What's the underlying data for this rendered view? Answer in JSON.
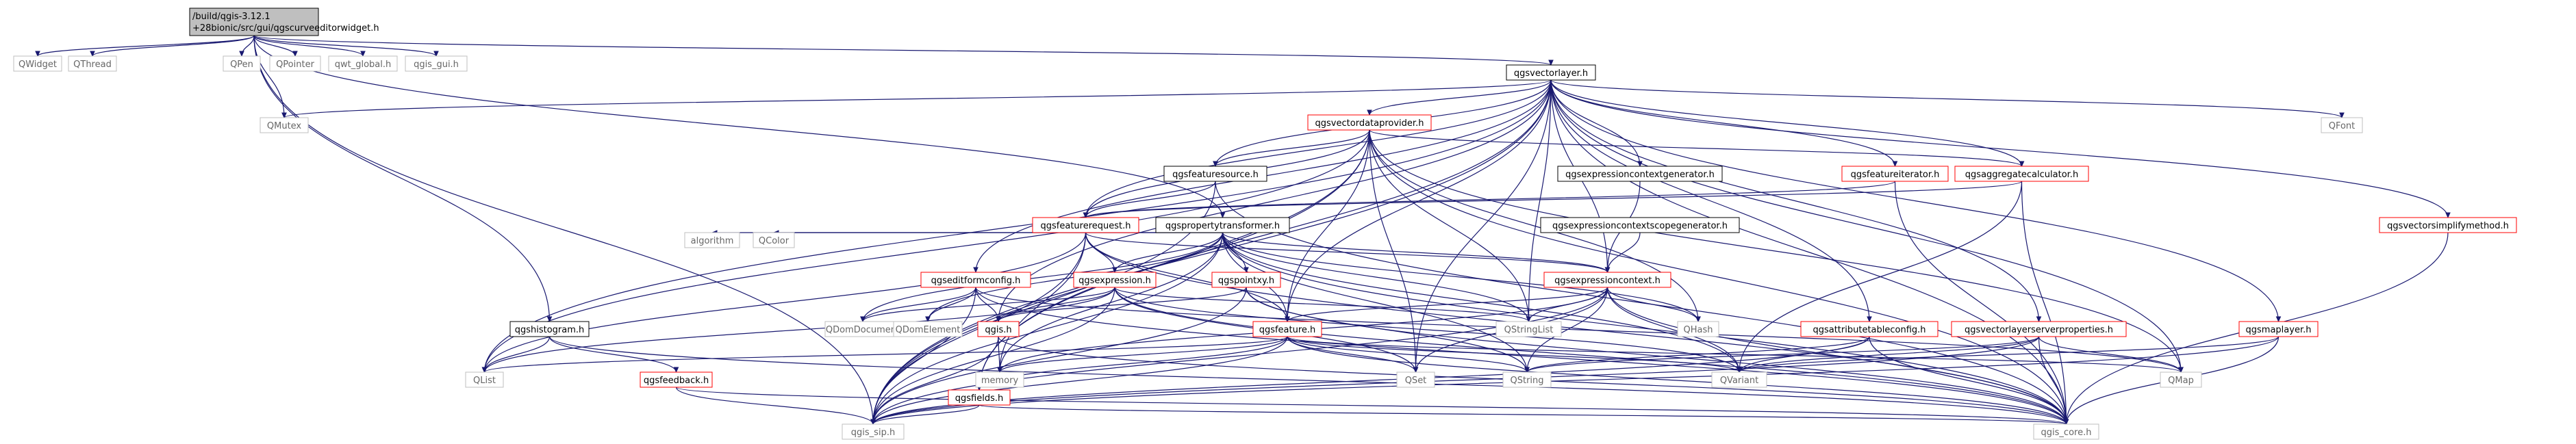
{
  "colors": {
    "edge": "#191970",
    "edge_alt": "#9a32cd",
    "node_border_black": "#000000",
    "node_border_gray": "#bfbfbf",
    "node_border_red": "#ff0000",
    "node_text_gray": "#666666",
    "root_fill": "#bfbfbf",
    "node_fill": "#ffffff"
  },
  "nodes": {
    "root": {
      "line1": "/build/qgis-3.12.1",
      "line2": "+28bionic/src/gui/qgscurveeditorwidget.h",
      "style": "root"
    },
    "qwidget": {
      "label": "QWidget",
      "style": "gray"
    },
    "qthread": {
      "label": "QThread",
      "style": "gray"
    },
    "qpen": {
      "label": "QPen",
      "style": "gray"
    },
    "qpointer": {
      "label": "QPointer",
      "style": "gray"
    },
    "qwt_global": {
      "label": "qwt_global.h",
      "style": "gray"
    },
    "qgis_gui": {
      "label": "qgis_gui.h",
      "style": "gray"
    },
    "qgsvectorlayer": {
      "label": "qgsvectorlayer.h",
      "style": "black"
    },
    "qmutex": {
      "label": "QMutex",
      "style": "gray"
    },
    "qgsvectordataprovider": {
      "label": "qgsvectordataprovider.h",
      "style": "red"
    },
    "qgsfeaturesource": {
      "label": "qgsfeaturesource.h",
      "style": "black"
    },
    "qgsexpressioncontextgenerator": {
      "label": "qgsexpressioncontextgenerator.h",
      "style": "black"
    },
    "qgsfeatureiterator": {
      "label": "qgsfeatureiterator.h",
      "style": "red"
    },
    "qgsaggregatecalculator": {
      "label": "qgsaggregatecalculator.h",
      "style": "red"
    },
    "qfont": {
      "label": "QFont",
      "style": "gray"
    },
    "qgsvectorsimplifymethod": {
      "label": "qgsvectorsimplifymethod.h",
      "style": "red"
    },
    "qgsfeaturerequest": {
      "label": "qgsfeaturerequest.h",
      "style": "red"
    },
    "qgspropertytransformer": {
      "label": "qgspropertytransformer.h",
      "style": "black"
    },
    "qgsexpressioncontextscopegenerator": {
      "label": "qgsexpressioncontextscopegenerator.h",
      "style": "black"
    },
    "algorithm": {
      "label": "algorithm",
      "style": "gray"
    },
    "qcolor": {
      "label": "QColor",
      "style": "gray"
    },
    "qgseditformconfig": {
      "label": "qgseditformconfig.h",
      "style": "red"
    },
    "qgsexpression": {
      "label": "qgsexpression.h",
      "style": "red"
    },
    "qgspointxy": {
      "label": "qgspointxy.h",
      "style": "red"
    },
    "qgsexpressioncontext": {
      "label": "qgsexpressioncontext.h",
      "style": "red"
    },
    "qgshistogram": {
      "label": "qgshistogram.h",
      "style": "black"
    },
    "qdomdocument": {
      "label": "QDomDocument",
      "style": "gray"
    },
    "qdomelement": {
      "label": "QDomElement",
      "style": "gray"
    },
    "qgis": {
      "label": "qgis.h",
      "style": "red"
    },
    "qgsfeature": {
      "label": "qgsfeature.h",
      "style": "red"
    },
    "qstringlist": {
      "label": "QStringList",
      "style": "gray"
    },
    "qhash": {
      "label": "QHash",
      "style": "gray"
    },
    "qgsattributetableconfig": {
      "label": "qgsattributetableconfig.h",
      "style": "red"
    },
    "qgsvectorlayerserverproperties": {
      "label": "qgsvectorlayerserverproperties.h",
      "style": "red"
    },
    "qgsmaplayer": {
      "label": "qgsmaplayer.h",
      "style": "red"
    },
    "qlist": {
      "label": "QList",
      "style": "gray"
    },
    "qgsfeedback": {
      "label": "qgsfeedback.h",
      "style": "red"
    },
    "memory": {
      "label": "memory",
      "style": "gray"
    },
    "qgsfields": {
      "label": "qgsfields.h",
      "style": "red"
    },
    "qset": {
      "label": "QSet",
      "style": "gray"
    },
    "qstring": {
      "label": "QString",
      "style": "gray"
    },
    "qvariant": {
      "label": "QVariant",
      "style": "gray"
    },
    "qmap": {
      "label": "QMap",
      "style": "gray"
    },
    "qgis_sip": {
      "label": "qgis_sip.h",
      "style": "gray"
    },
    "qgis_core": {
      "label": "qgis_core.h",
      "style": "gray"
    }
  },
  "edges": [
    [
      "root",
      "qwidget"
    ],
    [
      "root",
      "qthread"
    ],
    [
      "root",
      "qpen"
    ],
    [
      "root",
      "qpointer"
    ],
    [
      "root",
      "qwt_global"
    ],
    [
      "root",
      "qgis_gui"
    ],
    [
      "root",
      "qgsvectorlayer"
    ],
    [
      "root",
      "qmutex"
    ],
    [
      "root",
      "qgshistogram"
    ],
    [
      "root",
      "qgspropertytransformer"
    ],
    [
      "root",
      "qgis_sip"
    ],
    [
      "qgsvectorlayer",
      "qmutex"
    ],
    [
      "qgsvectorlayer",
      "qgsvectordataprovider"
    ],
    [
      "qgsvectorlayer",
      "qgsfeaturesource"
    ],
    [
      "qgsvectorlayer",
      "qgsexpressioncontextgenerator"
    ],
    [
      "qgsvectorlayer",
      "qgsfeatureiterator"
    ],
    [
      "qgsvectorlayer",
      "qgsaggregatecalculator"
    ],
    [
      "qgsvectorlayer",
      "qfont"
    ],
    [
      "qgsvectorlayer",
      "qgsvectorsimplifymethod"
    ],
    [
      "qgsvectorlayer",
      "qgsfeaturerequest"
    ],
    [
      "qgsvectorlayer",
      "qgseditformconfig"
    ],
    [
      "qgsvectorlayer",
      "qgsexpressioncontext"
    ],
    [
      "qgsvectorlayer",
      "qgsfeature"
    ],
    [
      "qgsvectorlayer",
      "qgsattributetableconfig"
    ],
    [
      "qgsvectorlayer",
      "qgsvectorlayerserverproperties"
    ],
    [
      "qgsvectorlayer",
      "qgsmaplayer"
    ],
    [
      "qgsvectorlayer",
      "qlist"
    ],
    [
      "qgsvectorlayer",
      "qset"
    ],
    [
      "qgsvectorlayer",
      "qstringlist"
    ],
    [
      "qgsvectorlayer",
      "qmap"
    ],
    [
      "qgsvectorlayer",
      "qgis_core"
    ],
    [
      "qgsvectorlayer",
      "qgis_sip"
    ],
    [
      "qgsvectorlayer",
      "qgis"
    ],
    [
      "qgsvectorlayer",
      "qgsfields"
    ],
    [
      "qgsvectordataprovider",
      "qgsfeaturesource"
    ],
    [
      "qgsvectordataprovider",
      "qgsfeaturerequest"
    ],
    [
      "qgsvectordataprovider",
      "qgsaggregatecalculator"
    ],
    [
      "qgsvectordataprovider",
      "qgsfeature"
    ],
    [
      "qgsvectordataprovider",
      "qgsfields"
    ],
    [
      "qgsvectordataprovider",
      "qset"
    ],
    [
      "qgsvectordataprovider",
      "qhash"
    ],
    [
      "qgsvectordataprovider",
      "qmap"
    ],
    [
      "qgsvectordataprovider",
      "qgis_core"
    ],
    [
      "qgsvectordataprovider",
      "qlist"
    ],
    [
      "qgsvectordataprovider",
      "qgis_sip"
    ],
    [
      "qgsvectordataprovider",
      "qstringlist"
    ],
    [
      "qgsfeaturesource",
      "qgsfeaturerequest"
    ],
    [
      "qgsfeaturesource",
      "qgis_core"
    ],
    [
      "qgsfeaturesource",
      "qgis_sip"
    ],
    [
      "qgsexpressioncontextgenerator",
      "qgsexpressioncontext"
    ],
    [
      "qgsfeatureiterator",
      "qgsfeaturerequest"
    ],
    [
      "qgsfeatureiterator",
      "qgis_core"
    ],
    [
      "qgsaggregatecalculator",
      "qgsfeaturerequest"
    ],
    [
      "qgsaggregatecalculator",
      "qgis_core"
    ],
    [
      "qgsaggregatecalculator",
      "qvariant"
    ],
    [
      "qgsvectorsimplifymethod",
      "qgis_core"
    ],
    [
      "qgsfeaturerequest",
      "qgsexpression"
    ],
    [
      "qgsfeaturerequest",
      "qgsfeature"
    ],
    [
      "qgsfeaturerequest",
      "qgsexpressioncontext"
    ],
    [
      "qgsfeaturerequest",
      "qlist"
    ],
    [
      "qgsfeaturerequest",
      "memory"
    ],
    [
      "qgsfeaturerequest",
      "qgis_core"
    ],
    [
      "qgsfeaturerequest",
      "qgis_sip"
    ],
    [
      "qgspropertytransformer",
      "algorithm"
    ],
    [
      "qgspropertytransformer",
      "qcolor"
    ],
    [
      "qgspropertytransformer",
      "qgsexpression"
    ],
    [
      "qgspropertytransformer",
      "qgspointxy"
    ],
    [
      "qgspropertytransformer",
      "qgsexpressioncontext"
    ],
    [
      "qgspropertytransformer",
      "qgsfeature"
    ],
    [
      "qgspropertytransformer",
      "qdomdocument"
    ],
    [
      "qgspropertytransformer",
      "qdomelement"
    ],
    [
      "qgspropertytransformer",
      "qvariant"
    ],
    [
      "qgspropertytransformer",
      "qhash"
    ],
    [
      "qgspropertytransformer",
      "qstring"
    ],
    [
      "qgspropertytransformer",
      "qgis_core"
    ],
    [
      "qgspropertytransformer",
      "memory"
    ],
    [
      "qgspropertytransformer",
      "qgis_sip"
    ],
    [
      "qgspropertytransformer",
      "qstringlist"
    ],
    [
      "qgsexpressioncontextscopegenerator",
      "qgsexpressioncontext"
    ],
    [
      "qgseditformconfig",
      "qdomdocument"
    ],
    [
      "qgseditformconfig",
      "qdomelement"
    ],
    [
      "qgseditformconfig",
      "qgis"
    ],
    [
      "qgseditformconfig",
      "qgis_sip"
    ],
    [
      "qgseditformconfig",
      "qgis_core"
    ],
    [
      "qgseditformconfig",
      "qmap"
    ],
    [
      "qgsexpression",
      "qgis"
    ],
    [
      "qgsexpression",
      "qstringlist"
    ],
    [
      "qgsexpression",
      "qvariant"
    ],
    [
      "qgsexpression",
      "qlist"
    ],
    [
      "qgsexpression",
      "qdomdocument"
    ],
    [
      "qgsexpression",
      "qset"
    ],
    [
      "qgsexpression",
      "qgis_core"
    ],
    [
      "qgsexpression",
      "qgis_sip"
    ],
    [
      "qgspointxy",
      "qgis"
    ],
    [
      "qgspointxy",
      "qstring"
    ],
    [
      "qgspointxy",
      "qgis_core"
    ],
    [
      "qgspointxy",
      "qgis_sip"
    ],
    [
      "qgsexpressioncontext",
      "qgsfeature"
    ],
    [
      "qgsexpressioncontext",
      "qstringlist"
    ],
    [
      "qgsexpressioncontext",
      "qhash"
    ],
    [
      "qgsexpressioncontext",
      "qvariant"
    ],
    [
      "qgsexpressioncontext",
      "qstring"
    ],
    [
      "qgsexpressioncontext",
      "qset"
    ],
    [
      "qgsexpressioncontext",
      "memory"
    ],
    [
      "qgsexpressioncontext",
      "qgis_core"
    ],
    [
      "qgsexpressioncontext",
      "qgis_sip"
    ],
    [
      "qgshistogram",
      "qlist"
    ],
    [
      "qgshistogram",
      "qgsfeedback"
    ],
    [
      "qgshistogram",
      "qgis_core"
    ],
    [
      "qgis",
      "memory"
    ],
    [
      "qgis",
      "qgis_sip"
    ],
    [
      "qgis",
      "qgis_core"
    ],
    [
      "qgsfeature",
      "qlist"
    ],
    [
      "qgsfeature",
      "qgsfields"
    ],
    [
      "qgsfeature",
      "memory"
    ],
    [
      "qgsfeature",
      "qset"
    ],
    [
      "qgsfeature",
      "qstring"
    ],
    [
      "qgsfeature",
      "qvariant"
    ],
    [
      "qgsfeature",
      "qmap"
    ],
    [
      "qgsfeature",
      "qgis_sip"
    ],
    [
      "qgsfeature",
      "qgis_core"
    ],
    [
      "qgsattributetableconfig",
      "qvariant"
    ],
    [
      "qgsattributetableconfig",
      "qstring"
    ],
    [
      "qgsattributetableconfig",
      "qgis_core"
    ],
    [
      "qgsattributetableconfig",
      "qgis_sip"
    ],
    [
      "qgsvectorlayerserverproperties",
      "qmap"
    ],
    [
      "qgsvectorlayerserverproperties",
      "qvariant"
    ],
    [
      "qgsvectorlayerserverproperties",
      "qgis_core"
    ],
    [
      "qgsvectorlayerserverproperties",
      "qgis_sip"
    ],
    [
      "qgsvectorlayerserverproperties",
      "qstring"
    ],
    [
      "qgsmaplayer",
      "qvariant"
    ],
    [
      "qgsmaplayer",
      "qgis_core"
    ],
    [
      "qgsmaplayer",
      "qgis_sip"
    ],
    [
      "qgsfeedback",
      "qgis_core"
    ],
    [
      "qgsfeedback",
      "qgis_sip"
    ],
    [
      "qgsfields",
      "qgis_core"
    ],
    [
      "qgsfields",
      "qgis_sip"
    ]
  ]
}
